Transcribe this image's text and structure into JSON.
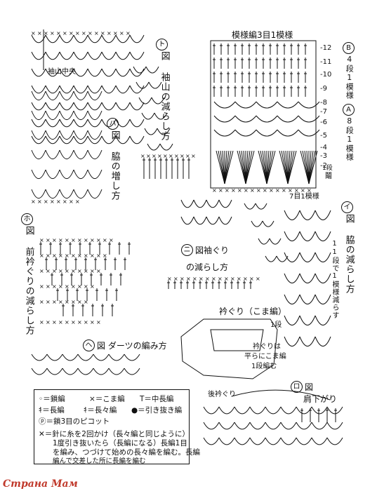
{
  "figures": {
    "sleeve_cap": {
      "mark": "ト",
      "title": "図 袖山の減らし方",
      "center_label": "袖山中央"
    },
    "side_increase": {
      "mark": "ハ",
      "title": "図 脇の増し方"
    },
    "front_neck": {
      "mark": "ホ",
      "title": "図 前衿ぐりの減らし方"
    },
    "armhole": {
      "mark": "ニ",
      "title": "図袖ぐり",
      "subtitle": "の減らし方"
    },
    "side_decrease": {
      "mark": "イ",
      "title": "図 脇の減らし方",
      "note": "11段で1模様減らす"
    },
    "dart": {
      "mark": "ヘ",
      "title": "図 ダーツの編み方"
    },
    "shoulder": {
      "mark": "ロ",
      "title": "図",
      "subtitle": "肩下がり",
      "side_label": "後衿ぐり"
    }
  },
  "pattern": {
    "title": "模様編3目1模様",
    "repeat_label": "7目1模様",
    "b_label": {
      "mark": "B",
      "text": "4段1模様"
    },
    "a_label": {
      "mark": "A",
      "text": "8段1模様"
    },
    "row_numbers": [
      "12",
      "11",
      "10",
      "9",
      "8",
      "7",
      "6",
      "5",
      "4",
      "3",
      "2"
    ],
    "start_label": "1段",
    "start_mark": "鬮"
  },
  "collar": {
    "title": "衿ぐり（こま編）",
    "row_label": "1段",
    "note_lines": [
      "衿ぐりは",
      "平らにこま編",
      "1段編む"
    ]
  },
  "legend": {
    "items": [
      {
        "symbol": "◦",
        "text": "＝鎖編"
      },
      {
        "symbol": "×",
        "text": "＝こま編"
      },
      {
        "symbol": "T",
        "text": "＝中長編"
      },
      {
        "symbol": "ｷ",
        "text": "＝長編"
      },
      {
        "symbol": "ｷ",
        "text": "＝長々編"
      },
      {
        "symbol": "●",
        "text": "＝引き抜き編"
      }
    ],
    "picot": "＝鎖3目のピコット",
    "special_lines": [
      "＝針に糸を2回かけ（長々編と同じように）",
      "1度引き抜いたら（長編になる）長編1目",
      "を編み、つづけて始めの長々編を編む。長編",
      "編んで交差した所に長編を編む"
    ]
  },
  "watermark": "Страна Мам"
}
